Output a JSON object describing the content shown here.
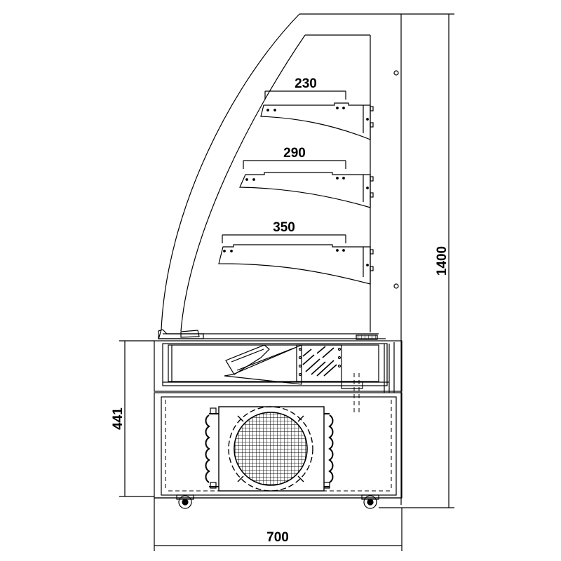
{
  "dimensions": {
    "shelf_top": "230",
    "shelf_middle": "290",
    "shelf_bottom": "350",
    "total_height": "1400",
    "base_height": "441",
    "depth": "700"
  },
  "colors": {
    "line": "#000000",
    "background": "#ffffff"
  }
}
